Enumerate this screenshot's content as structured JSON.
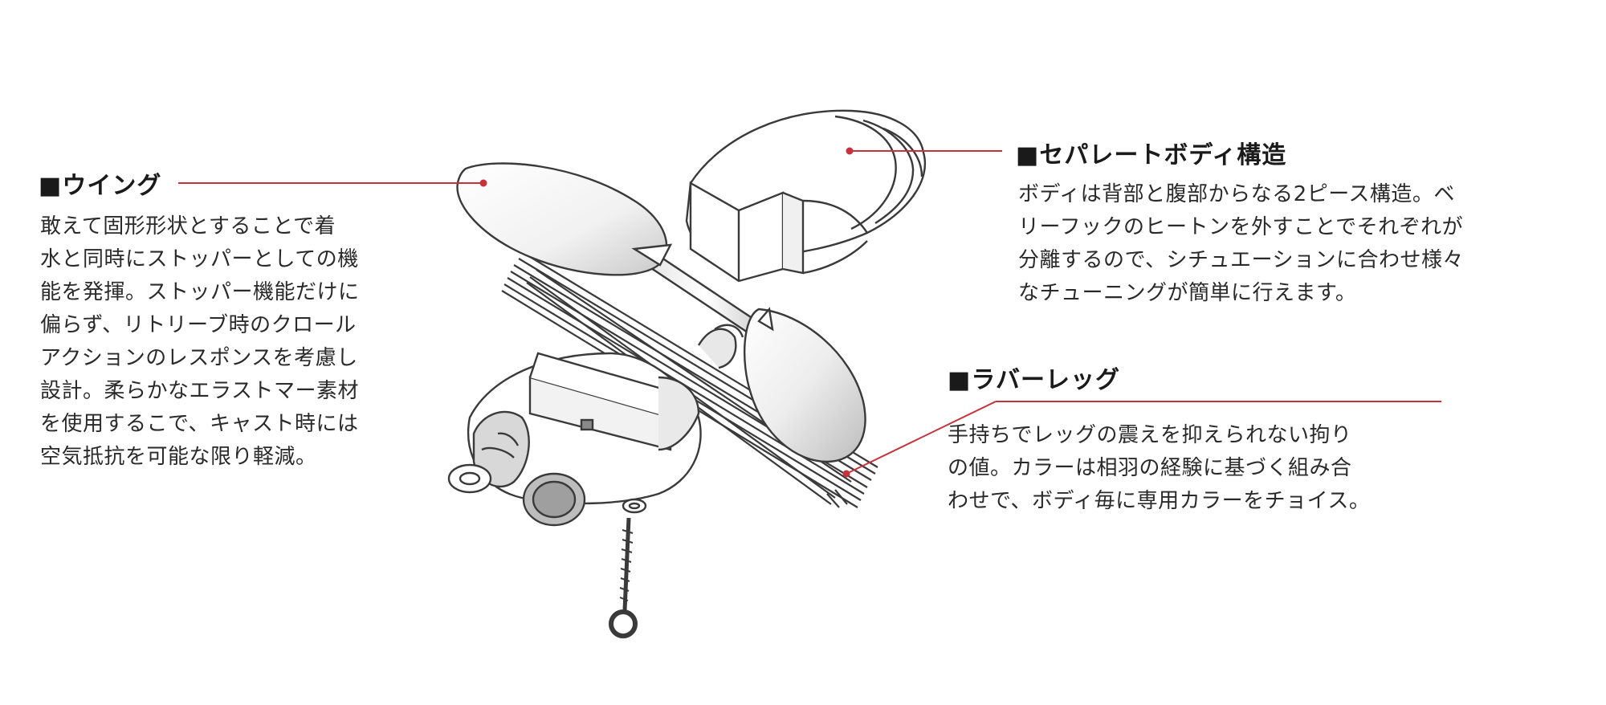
{
  "callouts": {
    "wing": {
      "title": "■ウイング",
      "lines": [
        "敢えて固形形状とすることで着",
        "水と同時にストッパーとしての機",
        "能を発揮。ストッパー機能だけに",
        "偏らず、リトリーブ時のクロール",
        "アクションのレスポンスを考慮し",
        "設計。柔らかなエラストマー素材",
        "を使用するこで、キャスト時には",
        "空気抵抗を可能な限り軽減。"
      ]
    },
    "body": {
      "title": "■セパレートボディ構造",
      "lines": [
        "ボディは背部と腹部からなる2ピース構造。ベ",
        "リーフックのヒートンを外すことでそれぞれが",
        "分離するので、シチュエーションに合わせ様々",
        "なチューニングが簡単に行えます。"
      ]
    },
    "legs": {
      "title": "■ラバーレッグ",
      "lines": [
        "手持ちでレッグの震えを抑えられない拘り",
        "の値。カラーは相羽の経験に基づく組み合",
        "わせで、ボディ毎に専用カラーをチョイス。"
      ]
    }
  },
  "colors": {
    "leader_line": "#c8323c",
    "leader_dot": "#c8323c",
    "outline": "#3a3a3a",
    "fill": "#ffffff",
    "shade": "#d9d9d9"
  },
  "icons": {
    "wing": "lure-wing-illustration",
    "back_body": "lure-back-body-illustration",
    "belly_body": "lure-belly-body-illustration",
    "legs": "rubber-legs-illustration",
    "screw_eye": "screw-eye-illustration"
  }
}
